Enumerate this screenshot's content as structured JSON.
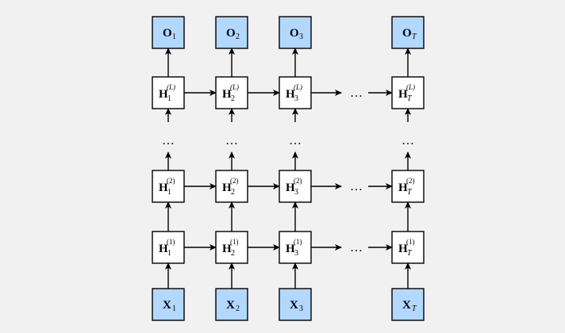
{
  "colors": {
    "background": "#f1f1f1",
    "io_fill": "#b3d8ff",
    "hidden_fill": "#ffffff",
    "stroke": "#000000"
  },
  "ellipsis": "…",
  "outputs": [
    {
      "main": "O",
      "sub": "1"
    },
    {
      "main": "O",
      "sub": "2"
    },
    {
      "main": "O",
      "sub": "3"
    },
    {
      "main": "O",
      "sub": "T"
    }
  ],
  "inputs": [
    {
      "main": "X",
      "sub": "1"
    },
    {
      "main": "X",
      "sub": "2"
    },
    {
      "main": "X",
      "sub": "3"
    },
    {
      "main": "X",
      "sub": "T"
    }
  ],
  "hidden_layers": [
    {
      "layer": "(L)",
      "nodes": [
        {
          "main": "H",
          "sub": "1"
        },
        {
          "main": "H",
          "sub": "2"
        },
        {
          "main": "H",
          "sub": "3"
        },
        {
          "main": "H",
          "sub": "T"
        }
      ]
    },
    {
      "layer": "(2)",
      "nodes": [
        {
          "main": "H",
          "sub": "1"
        },
        {
          "main": "H",
          "sub": "2"
        },
        {
          "main": "H",
          "sub": "3"
        },
        {
          "main": "H",
          "sub": "T"
        }
      ]
    },
    {
      "layer": "(1)",
      "nodes": [
        {
          "main": "H",
          "sub": "1"
        },
        {
          "main": "H",
          "sub": "2"
        },
        {
          "main": "H",
          "sub": "3"
        },
        {
          "main": "H",
          "sub": "T"
        }
      ]
    }
  ]
}
